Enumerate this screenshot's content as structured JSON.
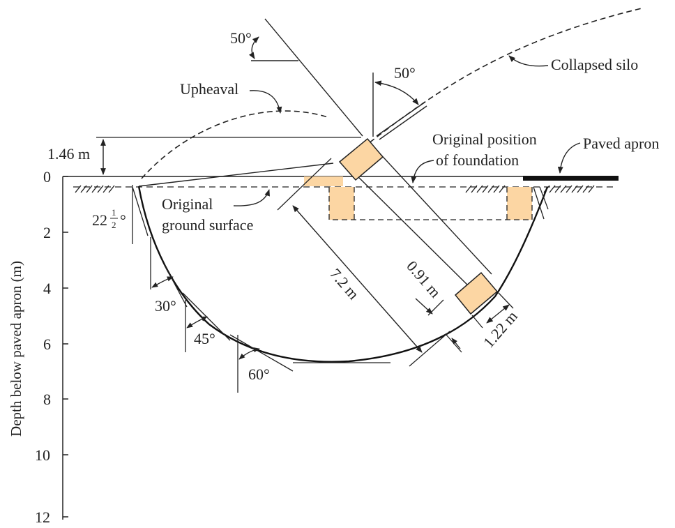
{
  "axis": {
    "ylabel": "Depth below paved apron (m)",
    "ticks": [
      "0",
      "2",
      "4",
      "6",
      "8",
      "10",
      "12"
    ]
  },
  "labels": {
    "collapsed_silo": "Collapsed silo",
    "upheaval": "Upheaval",
    "original_position_line1": "Original position",
    "original_position_line2": "of foundation",
    "paved_apron": "Paved apron",
    "original_ground_line1": "Original",
    "original_ground_line2": "ground surface",
    "angle_50_left": "50°",
    "angle_50_right": "50°",
    "angle_22_whole": "22",
    "angle_22_num": "1",
    "angle_22_den": "2",
    "angle_22_deg": "°",
    "angle_30": "30°",
    "angle_45": "45°",
    "angle_60": "60°",
    "dim_146": "1.46 m",
    "dim_72": "7.2 m",
    "dim_091": "0.91 m",
    "dim_122": "1.22 m"
  },
  "colors": {
    "foundation": "#fcd6a3",
    "ink": "#222222"
  }
}
